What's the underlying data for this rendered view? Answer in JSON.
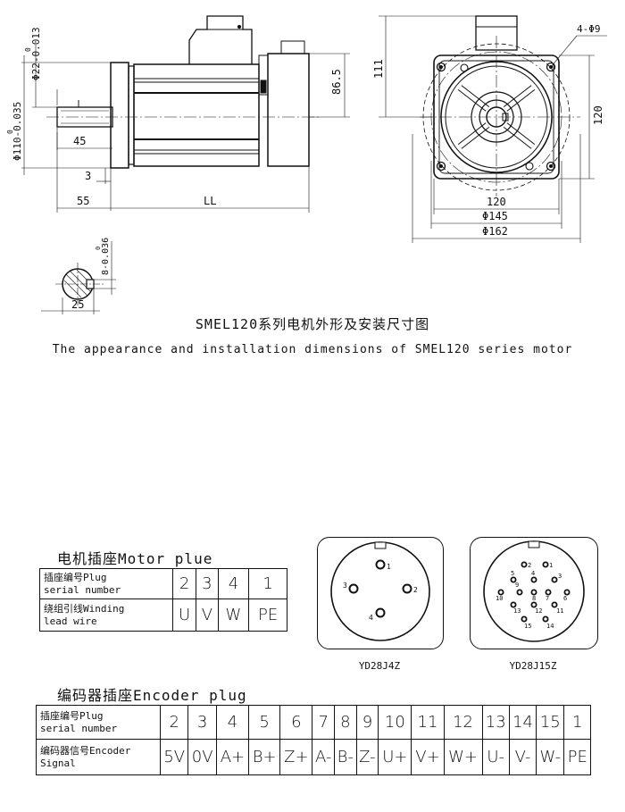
{
  "dims": {
    "flange_diameter": "Φ110-0.035",
    "flange_zero": "0",
    "shaft_diameter": "Φ22-0.013",
    "shaft_zero": "0",
    "height_86_5": "86.5",
    "height_111": "111",
    "shaft_45": "45",
    "flange_3": "3",
    "shaft_55": "55",
    "length_LL": "LL",
    "holes": "4-Φ9",
    "side_120": "120",
    "square_120": "120",
    "pcd_145": "Φ145",
    "outer_162": "Φ162",
    "key_height": "8-0.036",
    "key_zero": "0",
    "key_25": "25"
  },
  "title": {
    "cn": "SMEL120系列电机外形及安装尺寸图",
    "en": "The appearance and installation dimensions of  SMEL120 series motor"
  },
  "motor_plug": {
    "title": "电机插座Motor plue",
    "row1_header": [
      "插座编号Plug",
      "serial number"
    ],
    "row2_header": [
      "绕组引线Winding",
      "lead wire"
    ],
    "pins": [
      "2",
      "3",
      "4",
      "1"
    ],
    "leads": [
      "U",
      "V",
      "W",
      "PE"
    ]
  },
  "connectors": {
    "motor": {
      "caption": "YD28J4Z",
      "pin_labels": [
        "1",
        "2",
        "3",
        "4"
      ]
    },
    "encoder": {
      "caption": "YD28J15Z",
      "pin_labels": [
        "2",
        "1",
        "5",
        "4",
        "3",
        "9",
        "8",
        "6",
        "10",
        "7",
        "13",
        "12",
        "11",
        "15",
        "14"
      ]
    }
  },
  "encoder_plug": {
    "title": "编码器插座Encoder plug",
    "row1_header": [
      "插座编号Plug",
      "serial number"
    ],
    "row2_header": [
      "编码器信号Encoder",
      "Signal"
    ],
    "pins": [
      "2",
      "3",
      "4",
      "5",
      "6",
      "7",
      "8",
      "9",
      "10",
      "11",
      "12",
      "13",
      "14",
      "15",
      "1"
    ],
    "signals": [
      "5V",
      "0V",
      "A+",
      "B+",
      "Z+",
      "A-",
      "B-",
      "Z-",
      "U+",
      "V+",
      "W+",
      "U-",
      "V-",
      "W-",
      "PE"
    ]
  }
}
